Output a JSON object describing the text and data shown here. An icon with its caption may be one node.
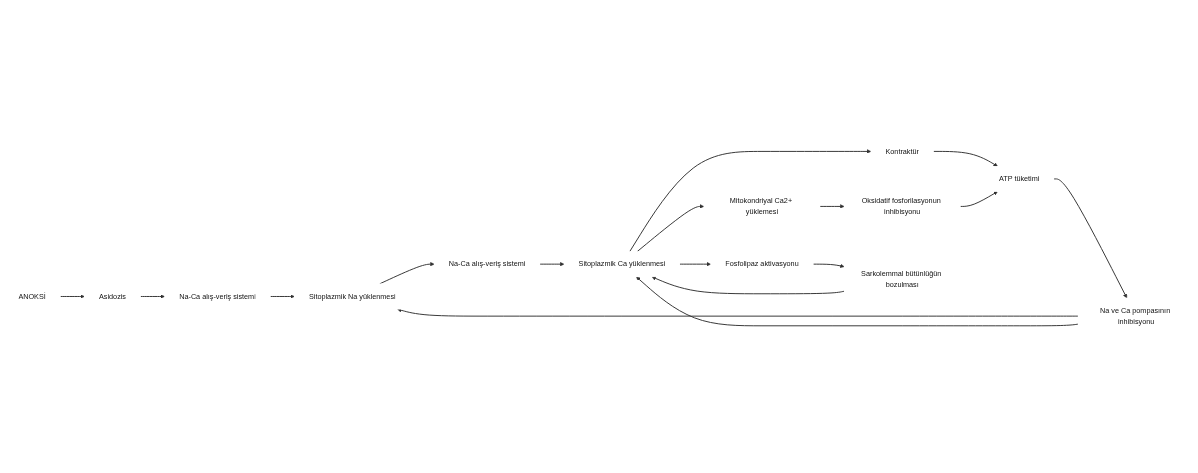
{
  "diagram": {
    "nodes": [
      {
        "text": [
          "ANOKSİ"
        ]
      },
      {
        "text": [
          "Asidozis"
        ]
      },
      {
        "text": [
          "Na-Ca alış-veriş sistemi"
        ]
      },
      {
        "text": [
          "Sitoplazmik Na yüklenmesi"
        ]
      },
      {
        "text": [
          "Na-Ca alış-veriş sistemi"
        ]
      },
      {
        "text": [
          "Na ve Ca pompasının inhibisyonu"
        ]
      },
      {
        "text": [
          "Sitoplazmik Ca yüklenmesi"
        ]
      },
      {
        "text": [
          "Kontraktür"
        ]
      },
      {
        "text": [
          "ATP tüketimi"
        ]
      },
      {
        "text": [
          "Oksidatif fosforilasyonun inhibisyonu"
        ]
      },
      {
        "text": [
          "Mitokondriyal Ca2+ yüklemesi"
        ]
      },
      {
        "text": [
          "Fosfolipaz aktivasyonu"
        ]
      },
      {
        "text": [
          "Sarkolemmal bütünlüğün bozulması"
        ]
      }
    ],
    "edges": [
      {
        "from": 0,
        "to": 1,
        "arrow": "to"
      },
      {
        "from": 1,
        "to": 2,
        "arrow": "to"
      },
      {
        "from": 2,
        "to": 3,
        "arrow": "to"
      },
      {
        "from": 3,
        "to": 4,
        "arrow": "to"
      },
      {
        "from": 5,
        "to": 3,
        "arrow": "to"
      },
      {
        "from": 5,
        "to": 6,
        "arrow": "to"
      },
      {
        "from": 4,
        "to": 6,
        "arrow": "to"
      },
      {
        "from": 6,
        "to": 7,
        "arrow": "to"
      },
      {
        "from": 7,
        "to": 8,
        "arrow": "to"
      },
      {
        "from": 8,
        "to": 5,
        "arrow": "to"
      },
      {
        "from": 6,
        "to": 10,
        "arrow": "to"
      },
      {
        "from": 10,
        "to": 9,
        "arrow": "to"
      },
      {
        "from": 9,
        "to": 8,
        "arrow": "to"
      },
      {
        "from": 6,
        "to": 11,
        "arrow": "to"
      },
      {
        "from": 11,
        "to": 12,
        "arrow": "to"
      },
      {
        "from": 12,
        "to": 6,
        "arrow": "to"
      }
    ]
  }
}
